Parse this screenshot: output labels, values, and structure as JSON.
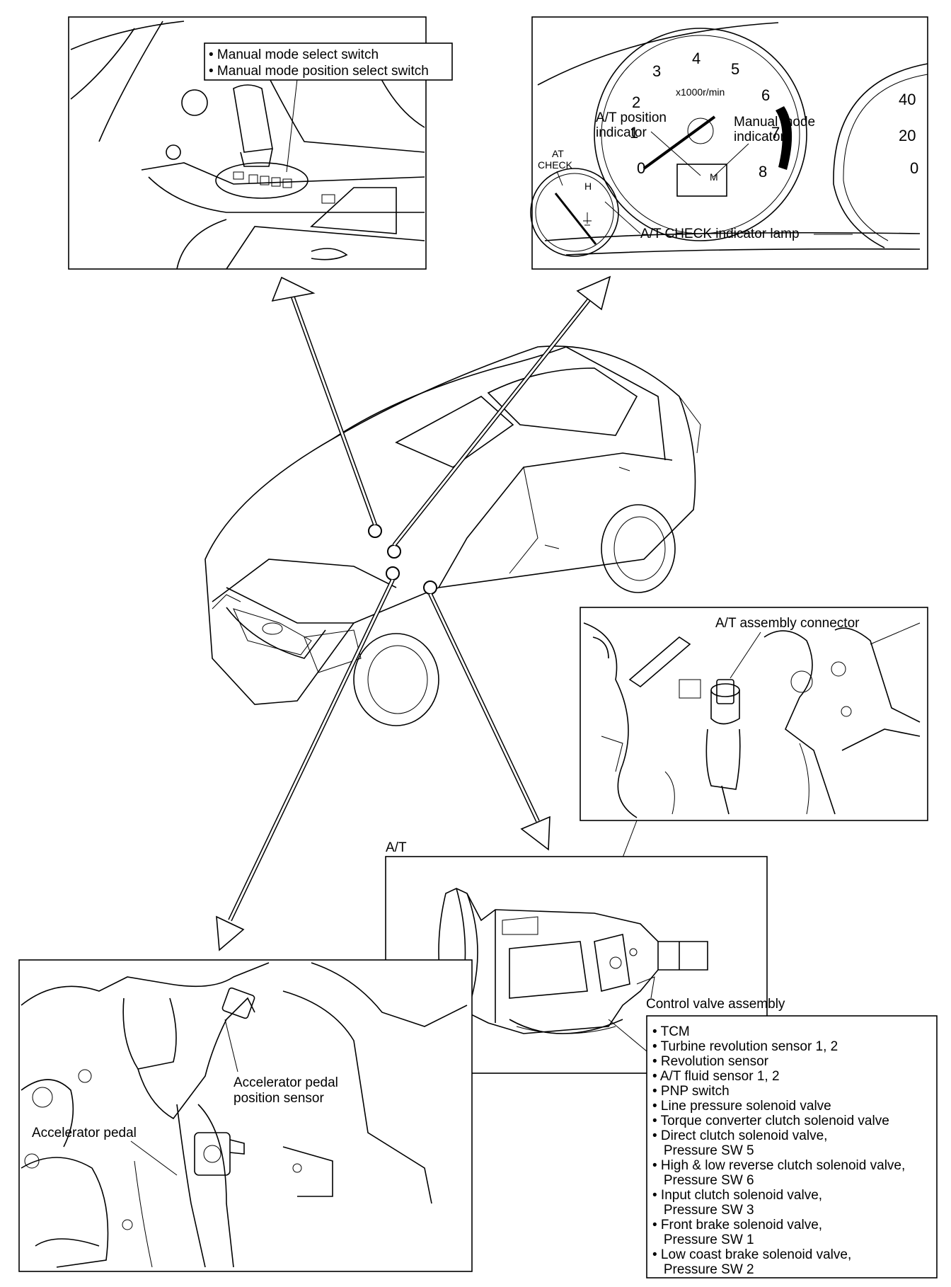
{
  "colors": {
    "line": "#000000",
    "background": "#ffffff"
  },
  "shift_panel": {
    "items": [
      "• Manual mode select switch",
      "• Manual mode position select switch"
    ]
  },
  "meter_panel": {
    "gauge_numbers": [
      "0",
      "1",
      "2",
      "3",
      "4",
      "5",
      "6",
      "7",
      "8"
    ],
    "rpm_unit": "x1000r/min",
    "temp_h": "H",
    "at_check_line1": "AT",
    "at_check_line2": "CHECK",
    "mode_letter": "M",
    "at_position_line1": "A/T position",
    "at_position_line2": "indicator",
    "manual_mode_line1": "Manual mode",
    "manual_mode_line2": "indicator",
    "at_check_lamp": "A/T CHECK indicator lamp",
    "speed_numbers": [
      "40",
      "20",
      "0"
    ]
  },
  "connector_panel": {
    "label": "A/T assembly connector"
  },
  "at_panel": {
    "title": "A/T",
    "control_valve_title": "Control valve assembly",
    "components": [
      "• TCM",
      "• Turbine revolution sensor 1, 2",
      "• Revolution sensor",
      "• A/T fluid sensor 1, 2",
      "• PNP switch",
      "• Line pressure solenoid valve",
      "• Torque converter clutch solenoid valve",
      "• Direct clutch solenoid valve,",
      "   Pressure SW 5",
      "• High & low reverse clutch solenoid valve,",
      "   Pressure SW 6",
      "• Input clutch solenoid valve,",
      "   Pressure SW 3",
      "• Front brake solenoid valve,",
      "   Pressure SW 1",
      "• Low coast brake solenoid valve,",
      "   Pressure SW 2"
    ]
  },
  "pedal_panel": {
    "sensor_line1": "Accelerator pedal",
    "sensor_line2": "position sensor",
    "pedal": "Accelerator pedal"
  }
}
